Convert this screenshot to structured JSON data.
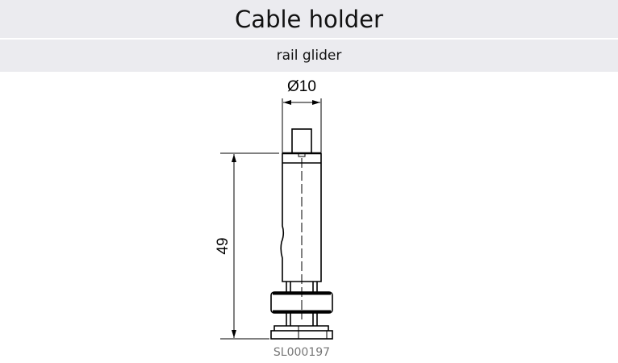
{
  "header": {
    "title": "Cable holder",
    "subtitle": "rail glider"
  },
  "drawing": {
    "diameter_label": "Ø10",
    "height_label": "49",
    "drawing_code": "SL000197"
  }
}
